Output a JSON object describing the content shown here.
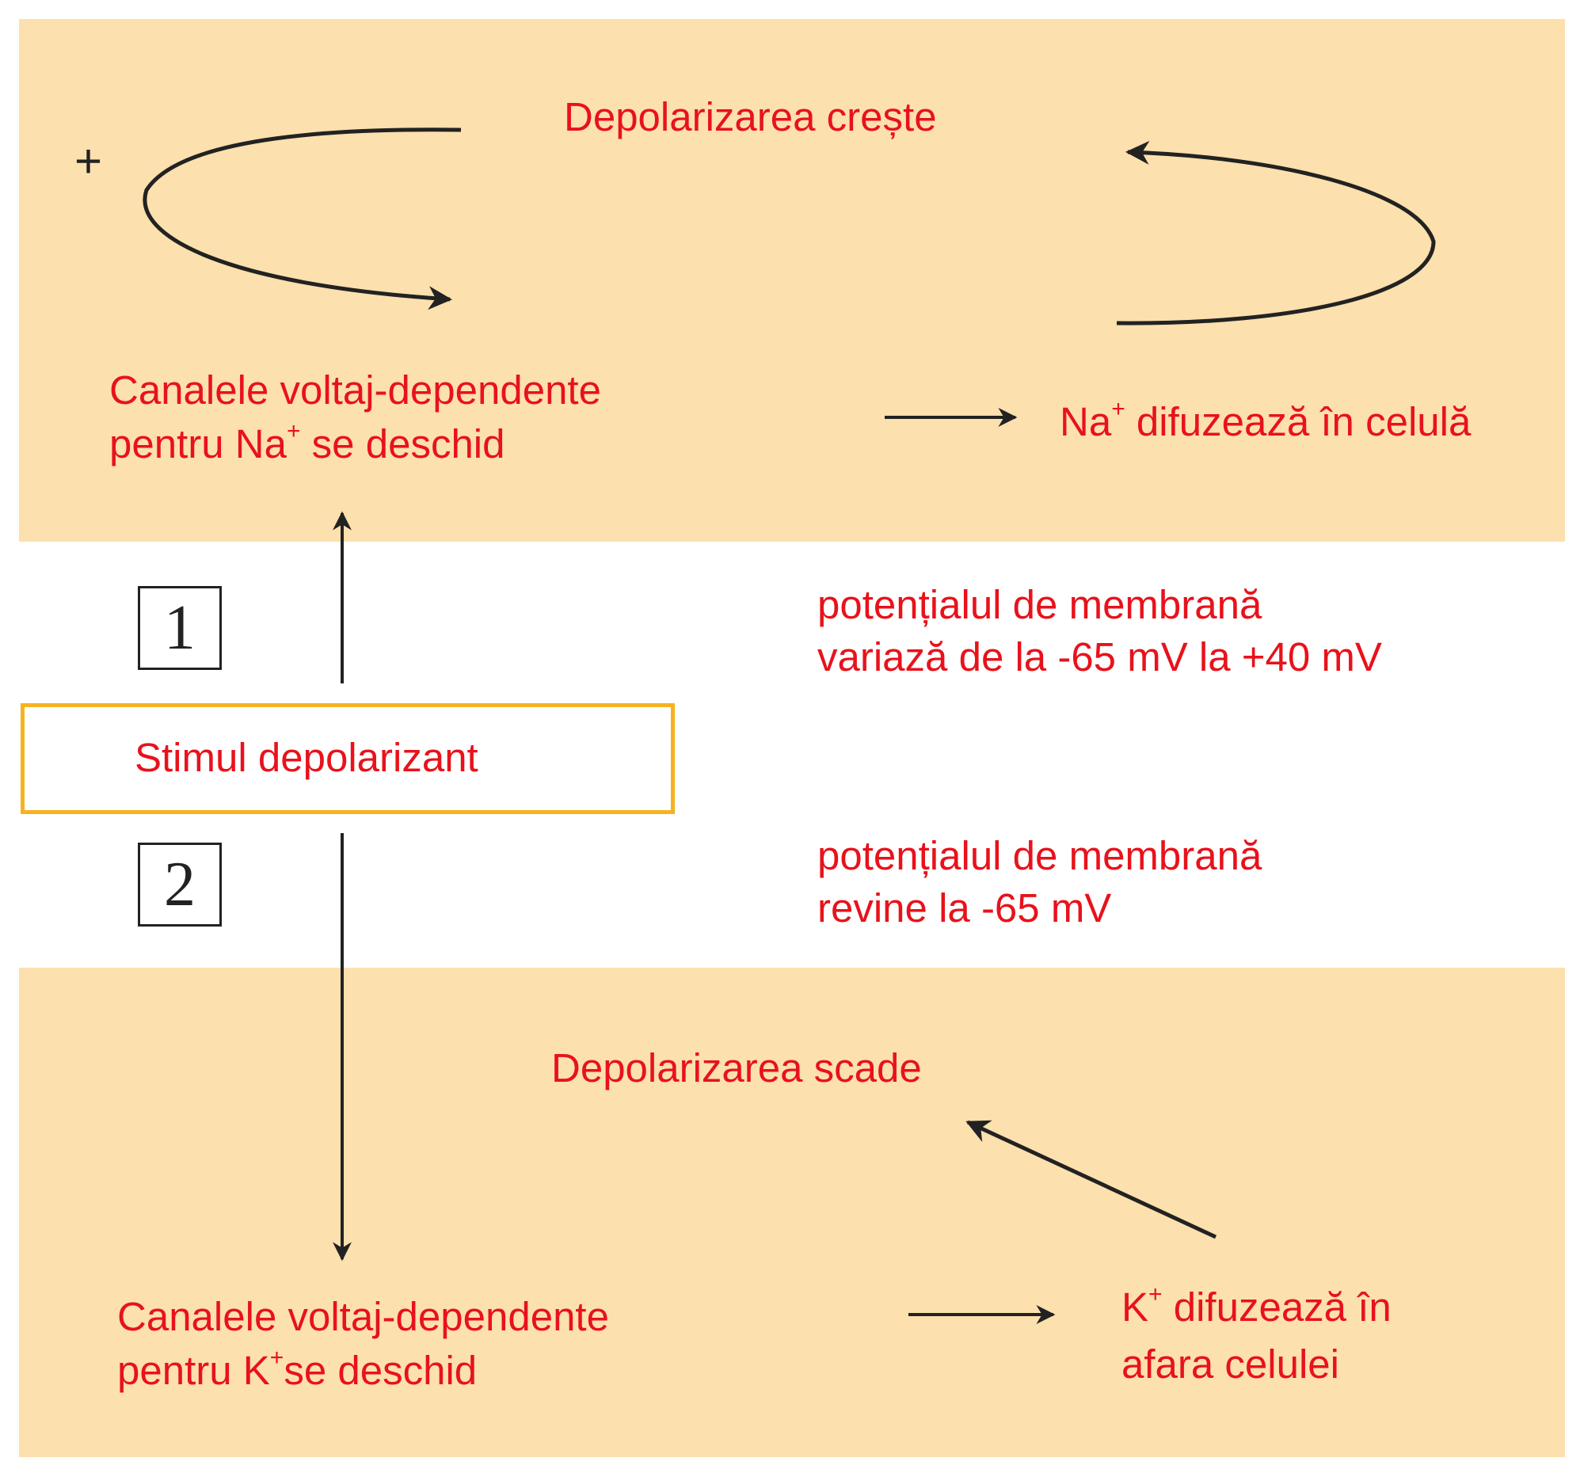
{
  "colors": {
    "panel_fill": "#fce0ad",
    "text_red": "#e8121b",
    "stimulus_border": "#f5b31f",
    "arrow": "#222222"
  },
  "labels": {
    "plus": "+",
    "depolarization_increases": "Depolarizarea crește",
    "na_channels_line1": "Canalele voltaj-dependente",
    "na_channels_line2_pre": "pentru Na",
    "na_channels_line2_post": " se deschid",
    "na_diffuses_pre": "Na",
    "na_diffuses_post": " difuzează în celulă",
    "superscript_plus": "+",
    "box1": "1",
    "box2": "2",
    "stimulus": "Stimul depolarizant",
    "potential_1_line1": "potențialul de membrană",
    "potential_1_line2": "variază de la -65 mV la +40 mV",
    "potential_2_line1": "potențialul de membrană",
    "potential_2_line2": "revine la -65 mV",
    "depolarization_decreases": "Depolarizarea scade",
    "k_channels_line1": "Canalele voltaj-dependente",
    "k_channels_line2_pre": "pentru K",
    "k_channels_line2_post": "se deschid",
    "k_diffuses_line1_pre": "K",
    "k_diffuses_line1_post": " difuzează în",
    "k_diffuses_line2": "afara celulei"
  }
}
